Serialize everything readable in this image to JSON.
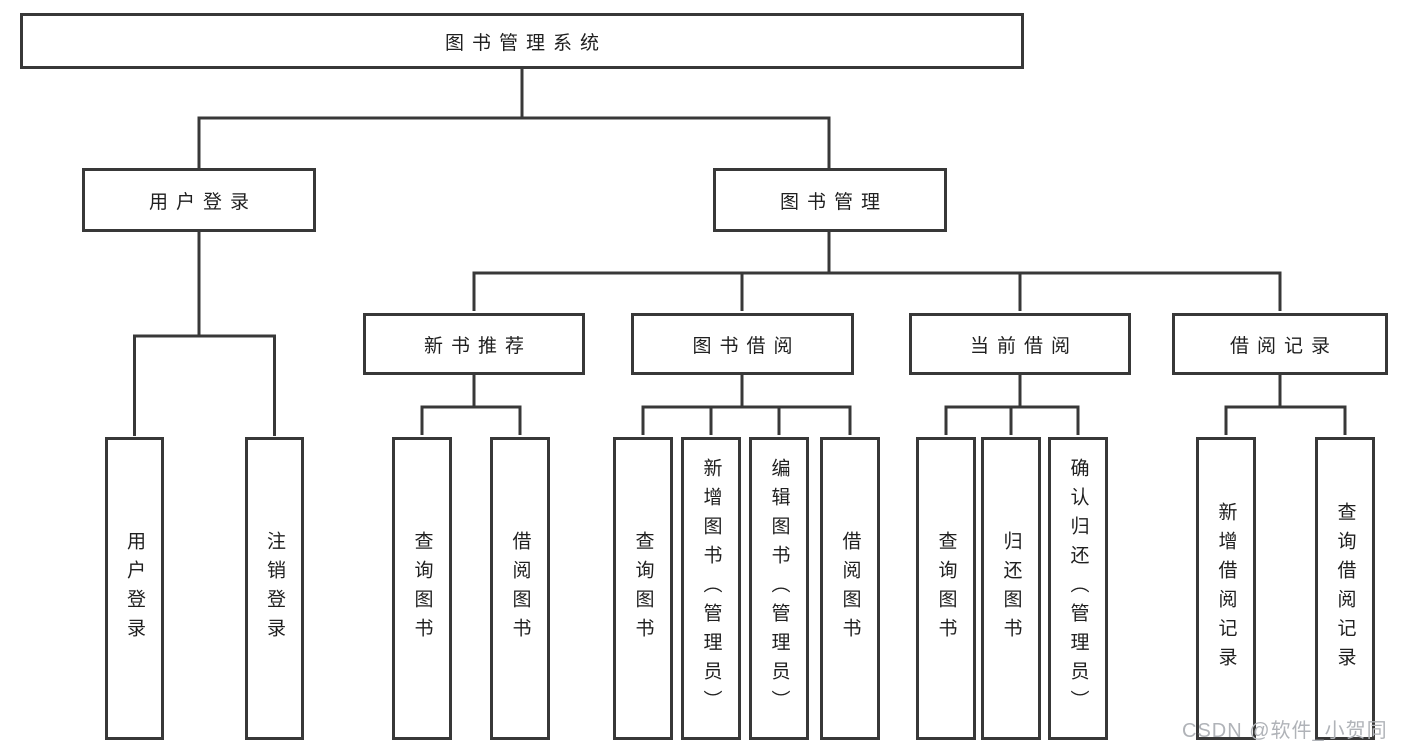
{
  "colors": {
    "line": "#383838",
    "text": "#1f1f1f",
    "watermark": "#b0b3b8",
    "background": "#ffffff"
  },
  "watermark": "CSDN @软件_小贺同学",
  "tree": {
    "root": {
      "label": "图书管理系统"
    },
    "children": [
      {
        "label": "用户登录",
        "children": [
          {
            "label": "用户登录"
          },
          {
            "label": "注销登录"
          }
        ]
      },
      {
        "label": "图书管理",
        "children": [
          {
            "label": "新书推荐",
            "children": [
              {
                "label": "查询图书"
              },
              {
                "label": "借阅图书"
              }
            ]
          },
          {
            "label": "图书借阅",
            "children": [
              {
                "label": "查询图书"
              },
              {
                "label": "新增图书（管理员）"
              },
              {
                "label": "编辑图书（管理员）"
              },
              {
                "label": "借阅图书"
              }
            ]
          },
          {
            "label": "当前借阅",
            "children": [
              {
                "label": "查询图书"
              },
              {
                "label": "归还图书"
              },
              {
                "label": "确认归还（管理员）"
              }
            ]
          },
          {
            "label": "借阅记录",
            "children": [
              {
                "label": "新增借阅记录"
              },
              {
                "label": "查询借阅记录"
              }
            ]
          }
        ]
      }
    ]
  }
}
